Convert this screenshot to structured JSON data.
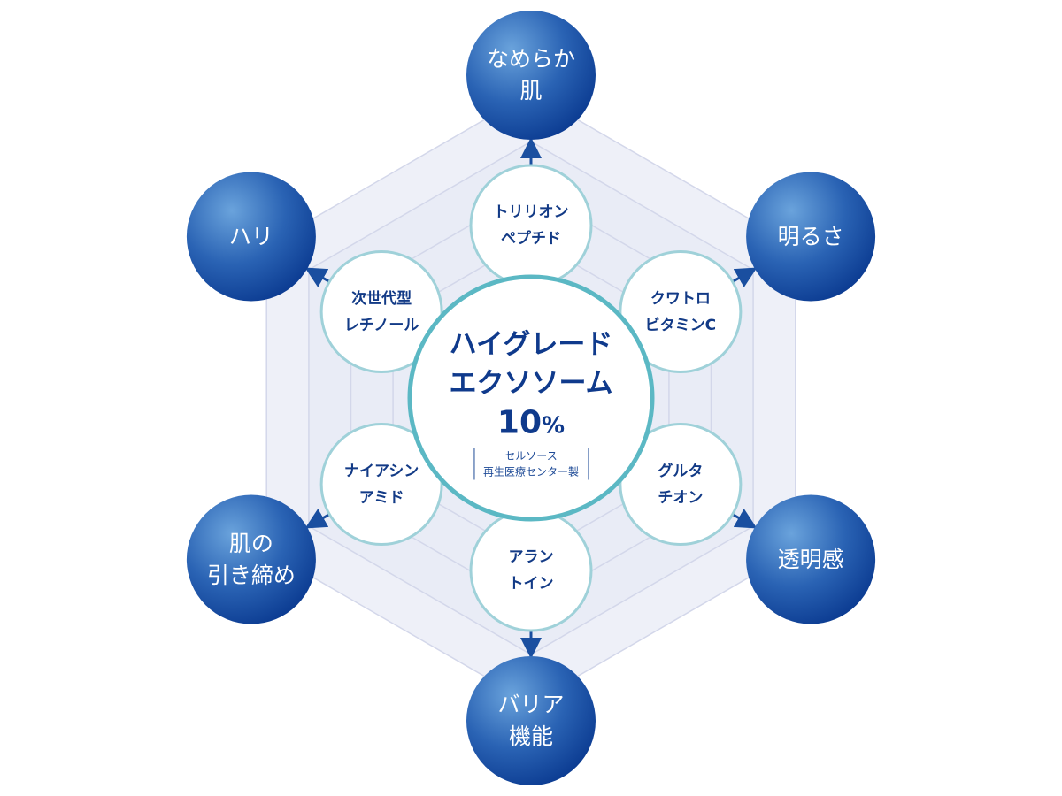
{
  "center": {
    "title_line1": "ハイグレード",
    "title_line2": "エクソソーム",
    "percent": "10",
    "percent_sign": "%",
    "source_line1": "セルソース",
    "source_line2": "再生医療センター製"
  },
  "ingredients": [
    {
      "line1": "トリリオン",
      "line2": "ペプチド"
    },
    {
      "line1": "クワトロ",
      "line2": "ビタミンC"
    },
    {
      "line1": "グルタ",
      "line2": "チオン"
    },
    {
      "line1": "アラン",
      "line2": "トイン"
    },
    {
      "line1": "ナイアシン",
      "line2": "アミド"
    },
    {
      "line1": "次世代型",
      "line2": "レチノール"
    }
  ],
  "benefits": [
    {
      "line1": "なめらか",
      "line2": "肌"
    },
    {
      "line1": "明るさ",
      "line2": ""
    },
    {
      "line1": "透明感",
      "line2": ""
    },
    {
      "line1": "バリア",
      "line2": "機能"
    },
    {
      "line1": "肌の",
      "line2": "引き締め"
    },
    {
      "line1": "ハリ",
      "line2": ""
    }
  ],
  "colors": {
    "accent": "#1a4fa0",
    "ring": "#5bb8c4",
    "hex": "#e8ebf6"
  }
}
